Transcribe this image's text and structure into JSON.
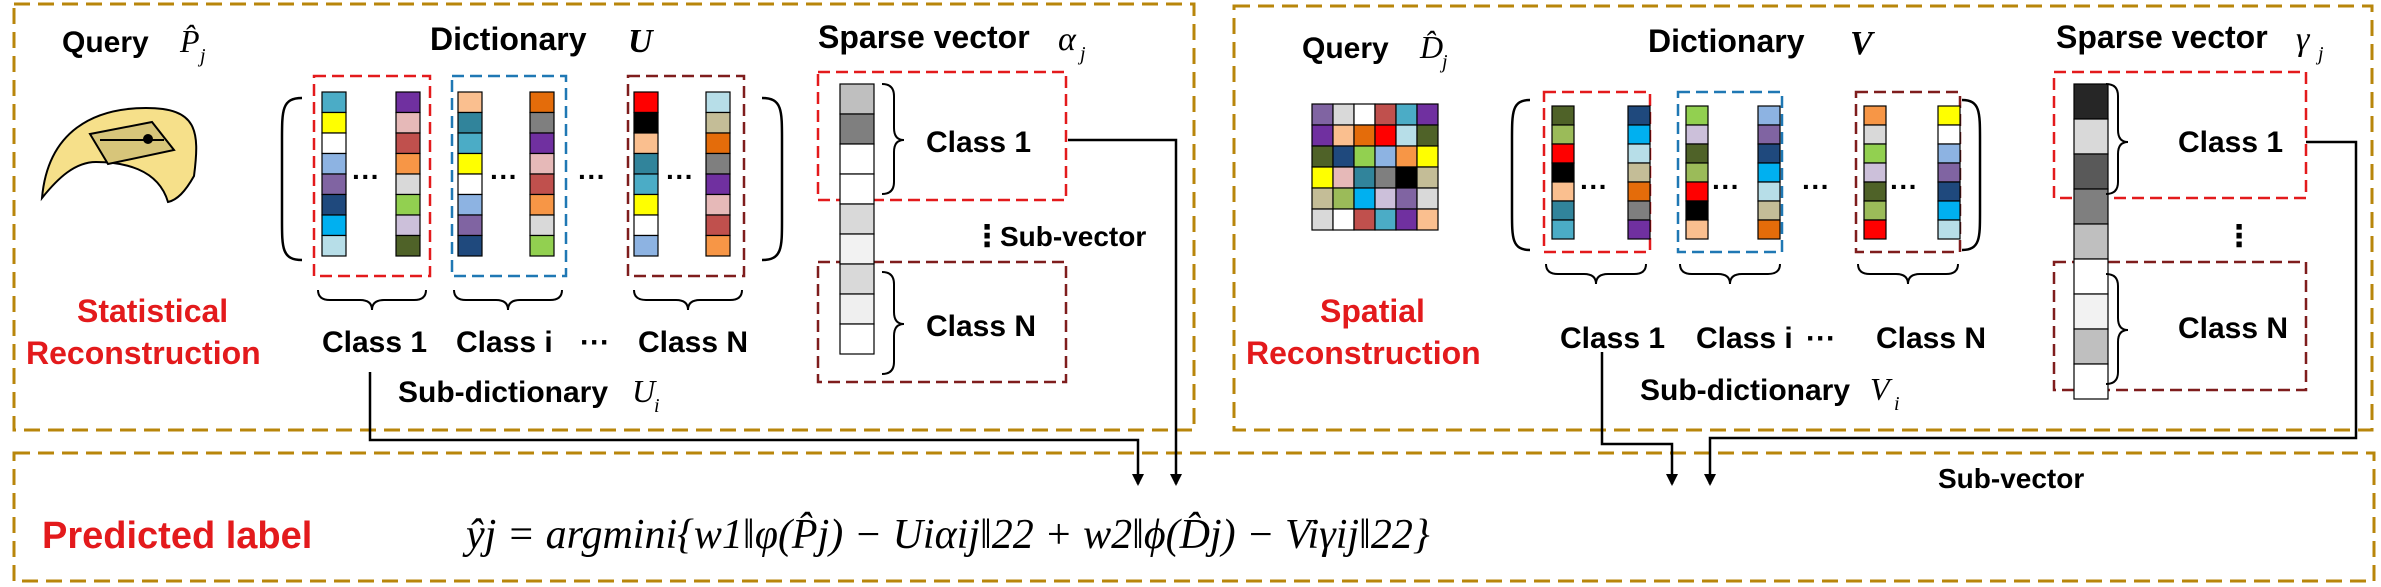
{
  "left_panel": {
    "query_label": "Query",
    "query_symbol": "P̂",
    "query_subscript": "j",
    "dictionary_label": "Dictionary",
    "dictionary_symbol": "U",
    "sparse_label": "Sparse vector",
    "sparse_symbol": "α",
    "sparse_subscript": "j",
    "method_line1": "Statistical",
    "method_line2": "Reconstruction",
    "class_1": "Class 1",
    "class_i": "Class i",
    "class_n": "Class N",
    "ellipsis": "···",
    "subdict_label": "Sub-dictionary",
    "subdict_symbol": "U",
    "subdict_subscript": "i",
    "sv_class_1": "Class 1",
    "sv_class_n": "Class N",
    "subvector_label": "Sub-vector",
    "vdots": "⋮"
  },
  "right_panel": {
    "query_label": "Query",
    "query_symbol": "D̂",
    "query_subscript": "j",
    "dictionary_label": "Dictionary",
    "dictionary_symbol": "V",
    "sparse_label": "Sparse vector",
    "sparse_symbol": "γ",
    "sparse_subscript": "j",
    "method_line1": "Spatial",
    "method_line2": "Reconstruction",
    "class_1": "Class 1",
    "class_i": "Class i",
    "class_n": "Class N",
    "ellipsis": "···",
    "subdict_label": "Sub-dictionary",
    "subdict_symbol": "V",
    "subdict_subscript": "i",
    "sv_class_1": "Class 1",
    "sv_class_n": "Class N",
    "vdots": "⋮"
  },
  "bottom_panel": {
    "predicted_label": "Predicted label",
    "subvector_label": "Sub-vector",
    "formula": "ŷj = argmini{w1‖φ(P̂j) − Uiαij‖22  +  w2‖ϕ(D̂j) − Viγij‖22}"
  },
  "colors": {
    "panel_border": "#b8860b",
    "class_red": "#e31a1c",
    "class_blue": "#1f78b4",
    "class_dark_red": "#7f1d1d",
    "accent_text": "#e31a1c"
  }
}
